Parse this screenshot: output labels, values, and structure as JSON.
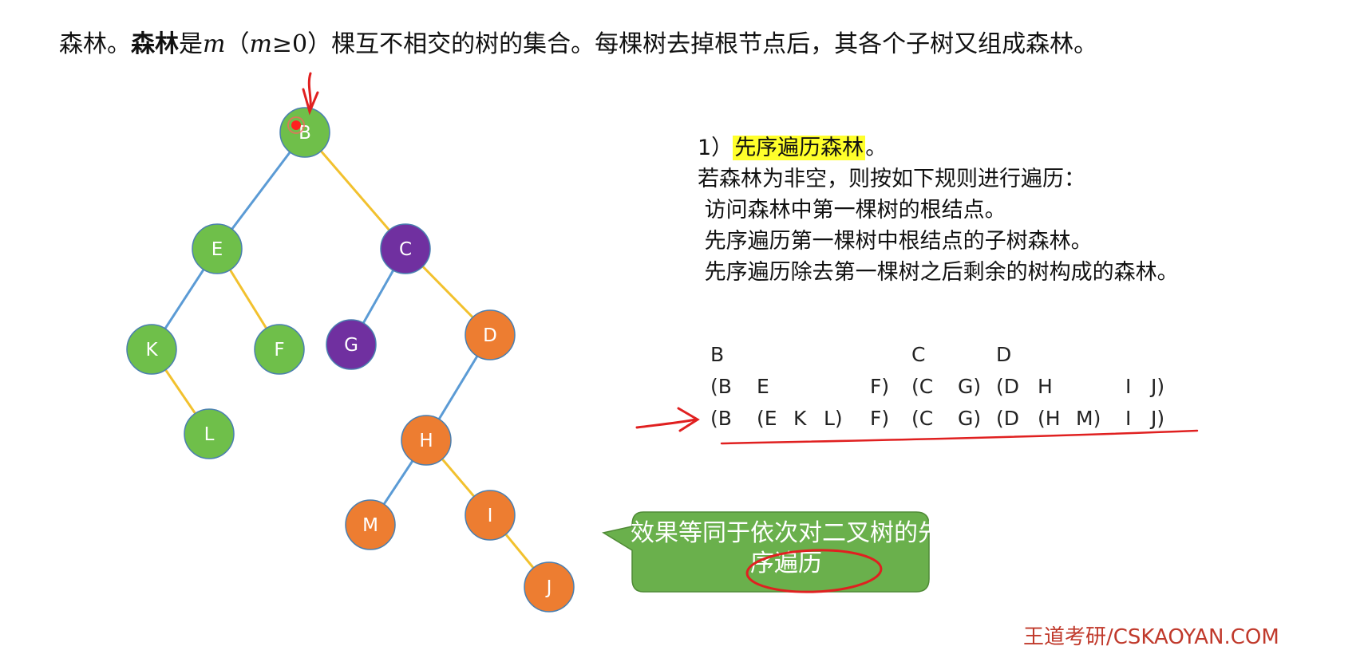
{
  "header": {
    "p1": "森林。",
    "bold": "森林",
    "p2": "是",
    "m1": "m",
    "p3": "（",
    "m2": "m",
    "p4": "≥0）棵互不相交的树的集合。每棵树去掉根节点后，其各个子树又组成森林。"
  },
  "rules": {
    "num": "1）",
    "title": "先序遍历森林",
    "title_suffix": "。",
    "lines": [
      "若森林为非空，则按如下规则进行遍历：",
      " 访问森林中第一棵树的根结点。",
      " 先序遍历第一棵树中根结点的子树森林。",
      " 先序遍历除去第一棵树之后剩余的树构成的森林。"
    ]
  },
  "sequence_rows": [
    [
      "B",
      "",
      "",
      "",
      "",
      "C",
      "",
      "D",
      "",
      "",
      "",
      ""
    ],
    [
      "(B",
      "E",
      "",
      "",
      "F)",
      "(C",
      "G)",
      "(D",
      "H",
      "",
      "I",
      "J)"
    ],
    [
      "(B",
      "(E",
      "K",
      "L)",
      "F)",
      "(C",
      "G)",
      "(D",
      "(H",
      "M)",
      "I",
      "J)"
    ]
  ],
  "callout": {
    "text": "效果等同于依次对二叉树的先序遍历"
  },
  "footer": "王道考研/CSKAOYAN.COM",
  "colors": {
    "green": "#6fbf4a",
    "purple": "#7030a0",
    "orange": "#ed7d31",
    "blue_edge": "#5b9bd5",
    "yellow_edge": "#f2c12e",
    "annotation_red": "#e02020",
    "callout_green": "#6ab04c"
  },
  "tree": {
    "nodes": [
      {
        "id": "B",
        "label": "B",
        "color": "green"
      },
      {
        "id": "E",
        "label": "E",
        "color": "green"
      },
      {
        "id": "C",
        "label": "C",
        "color": "purple"
      },
      {
        "id": "K",
        "label": "K",
        "color": "green"
      },
      {
        "id": "F",
        "label": "F",
        "color": "green"
      },
      {
        "id": "G",
        "label": "G",
        "color": "purple"
      },
      {
        "id": "D",
        "label": "D",
        "color": "orange"
      },
      {
        "id": "L",
        "label": "L",
        "color": "green"
      },
      {
        "id": "H",
        "label": "H",
        "color": "orange"
      },
      {
        "id": "M",
        "label": "M",
        "color": "orange"
      },
      {
        "id": "I",
        "label": "I",
        "color": "orange"
      },
      {
        "id": "J",
        "label": "J",
        "color": "orange"
      }
    ],
    "edges": [
      {
        "from": "B",
        "to": "E",
        "kind": "left"
      },
      {
        "from": "B",
        "to": "C",
        "kind": "right"
      },
      {
        "from": "E",
        "to": "K",
        "kind": "left"
      },
      {
        "from": "E",
        "to": "F",
        "kind": "right"
      },
      {
        "from": "C",
        "to": "G",
        "kind": "left"
      },
      {
        "from": "C",
        "to": "D",
        "kind": "right"
      },
      {
        "from": "K",
        "to": "L",
        "kind": "right"
      },
      {
        "from": "D",
        "to": "H",
        "kind": "left"
      },
      {
        "from": "H",
        "to": "M",
        "kind": "left"
      },
      {
        "from": "H",
        "to": "I",
        "kind": "right"
      },
      {
        "from": "I",
        "to": "J",
        "kind": "right"
      }
    ]
  }
}
